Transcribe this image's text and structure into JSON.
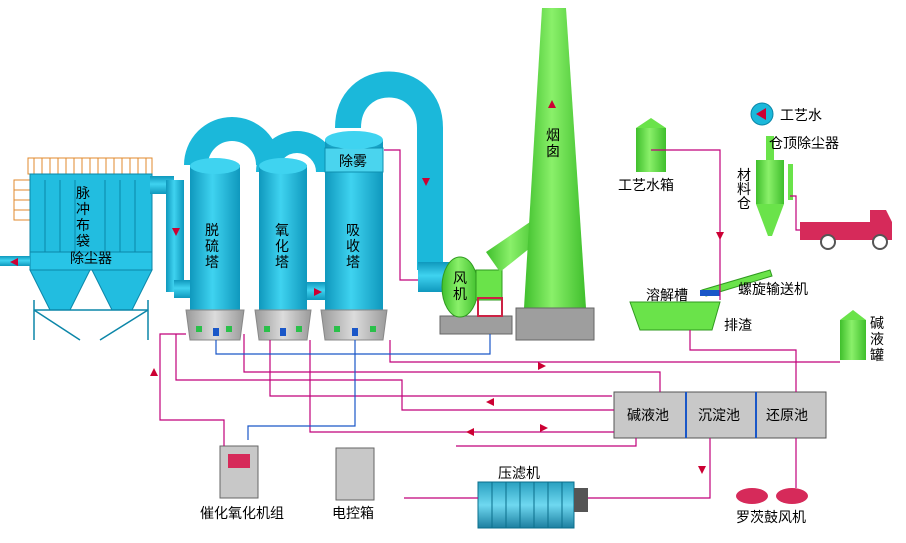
{
  "labels": {
    "dust_collector": "除尘器",
    "pulse_bag_chars": [
      "脉",
      "冲",
      "布",
      "袋"
    ],
    "desulf_chars": [
      "脱",
      "硫",
      "塔"
    ],
    "oxid_chars": [
      "氧",
      "化",
      "塔"
    ],
    "absorb_chars": [
      "吸",
      "收",
      "塔"
    ],
    "demister": "除雾",
    "fan_chars": [
      "风",
      "机"
    ],
    "chimney_chars": [
      "烟",
      "囱"
    ],
    "process_water": "工艺水",
    "process_water_tank": "工艺水箱",
    "silo_dust": "仓顶除尘器",
    "material_silo_chars": [
      "材",
      "料",
      "仓"
    ],
    "screw_conveyor": "螺旋输送机",
    "dissolve_tank": "溶解槽",
    "slag": "排渣",
    "alkali_tank_chars": [
      "碱",
      "液",
      "罐"
    ],
    "alkali_pool": "碱液池",
    "settle_pool": "沉淀池",
    "reduce_pool": "还原池",
    "filter_press": "压滤机",
    "catalytic_unit": "催化氧化机组",
    "control_box": "电控箱",
    "roots_blower": "罗茨鼓风机"
  },
  "colors": {
    "duct": "#1bb8da",
    "duct_dark": "#0e8fb0",
    "chimney": "#6ae34a",
    "chimney_dark": "#3fae2a",
    "base": "#bcbcbc",
    "pipe_red": "#c0007a",
    "pipe_blue": "#1a57c8",
    "arrow_red": "#cc0033",
    "pool": "#c8c8c8",
    "truck": "#d62a5a"
  }
}
